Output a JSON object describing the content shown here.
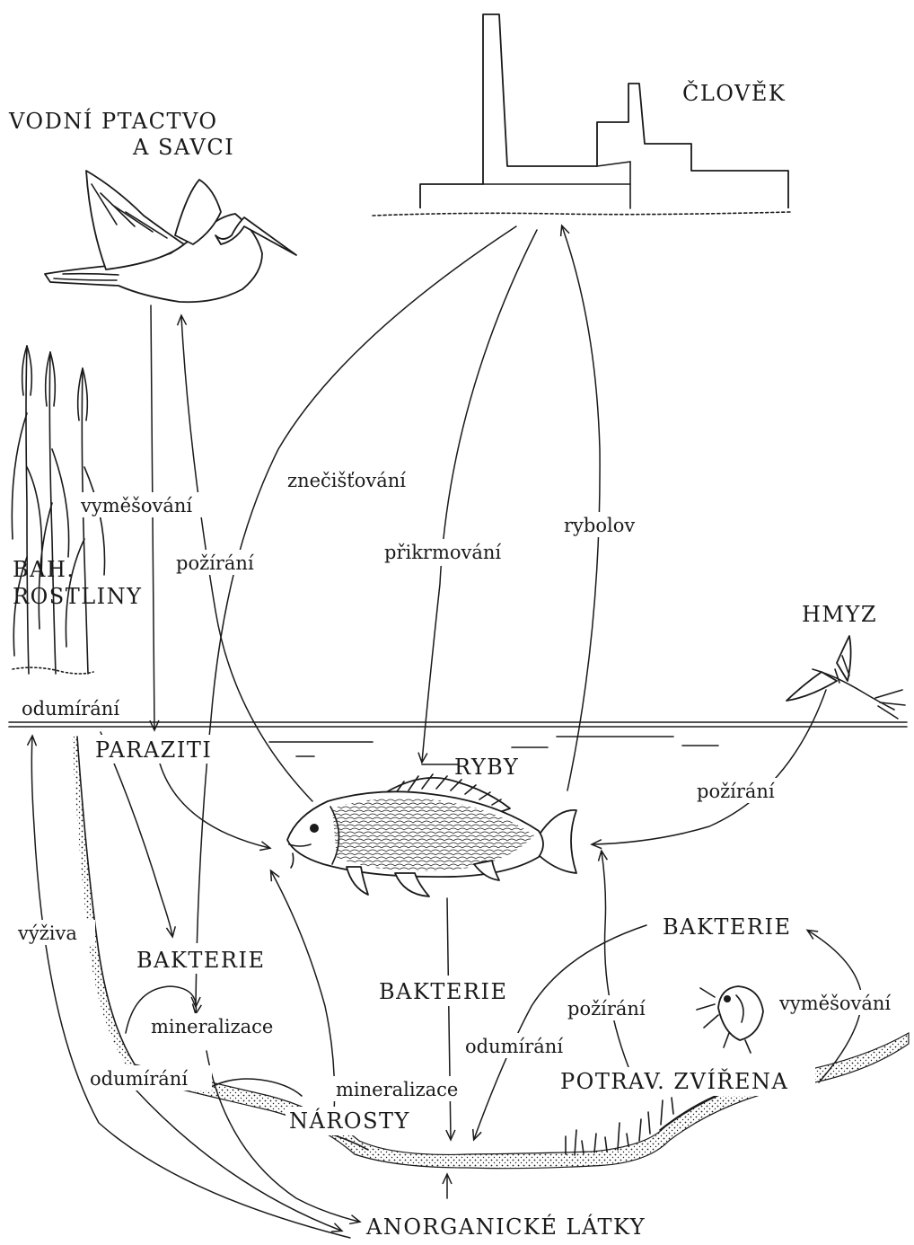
{
  "nodes": {
    "clovek": "ČLOVĚK",
    "vodni_ptactvo_line1": "VODNÍ PTACTVO",
    "vodni_ptactvo_line2": "A SAVCI",
    "bah_rostliny_line1": "BAH.",
    "bah_rostliny_line2": "ROSTLINY",
    "hmyz": "HMYZ",
    "paraziti": "PARAZITI",
    "ryby": "RYBY",
    "bakterie_left": "BAKTERIE",
    "bakterie_center": "BAKTERIE",
    "bakterie_right": "BAKTERIE",
    "narosty": "NÁROSTY",
    "potrav_zvirena": "POTRAV. ZVÍŘENA",
    "anorganicke_latky": "ANORGANICKÉ LÁTKY"
  },
  "processes": {
    "vymesovani_left": "vyměšování",
    "pozirani_bird": "požírání",
    "znecistovani": "znečišťování",
    "prikrmovani": "přikrmování",
    "rybolov": "rybolov",
    "odumirani_plants": "odumírání",
    "pozirani_insect": "požírání",
    "vyziva": "výživa",
    "mineralizace_left": "mineralizace",
    "odumirani_bottom": "odumírání",
    "mineralizace_center": "mineralizace",
    "odumirani_right": "odumírání",
    "pozirani_fauna": "požírání",
    "vymesovani_right": "vyměšování"
  },
  "icons": {
    "factory": "factory-icon",
    "heron": "heron-icon",
    "reeds": "reed-plants-icon",
    "mayfly": "mayfly-icon",
    "carp": "carp-fish-icon",
    "zooplankton": "zooplankton-icon"
  },
  "colors": {
    "ink": "#1a1a1a",
    "paper": "#ffffff"
  }
}
